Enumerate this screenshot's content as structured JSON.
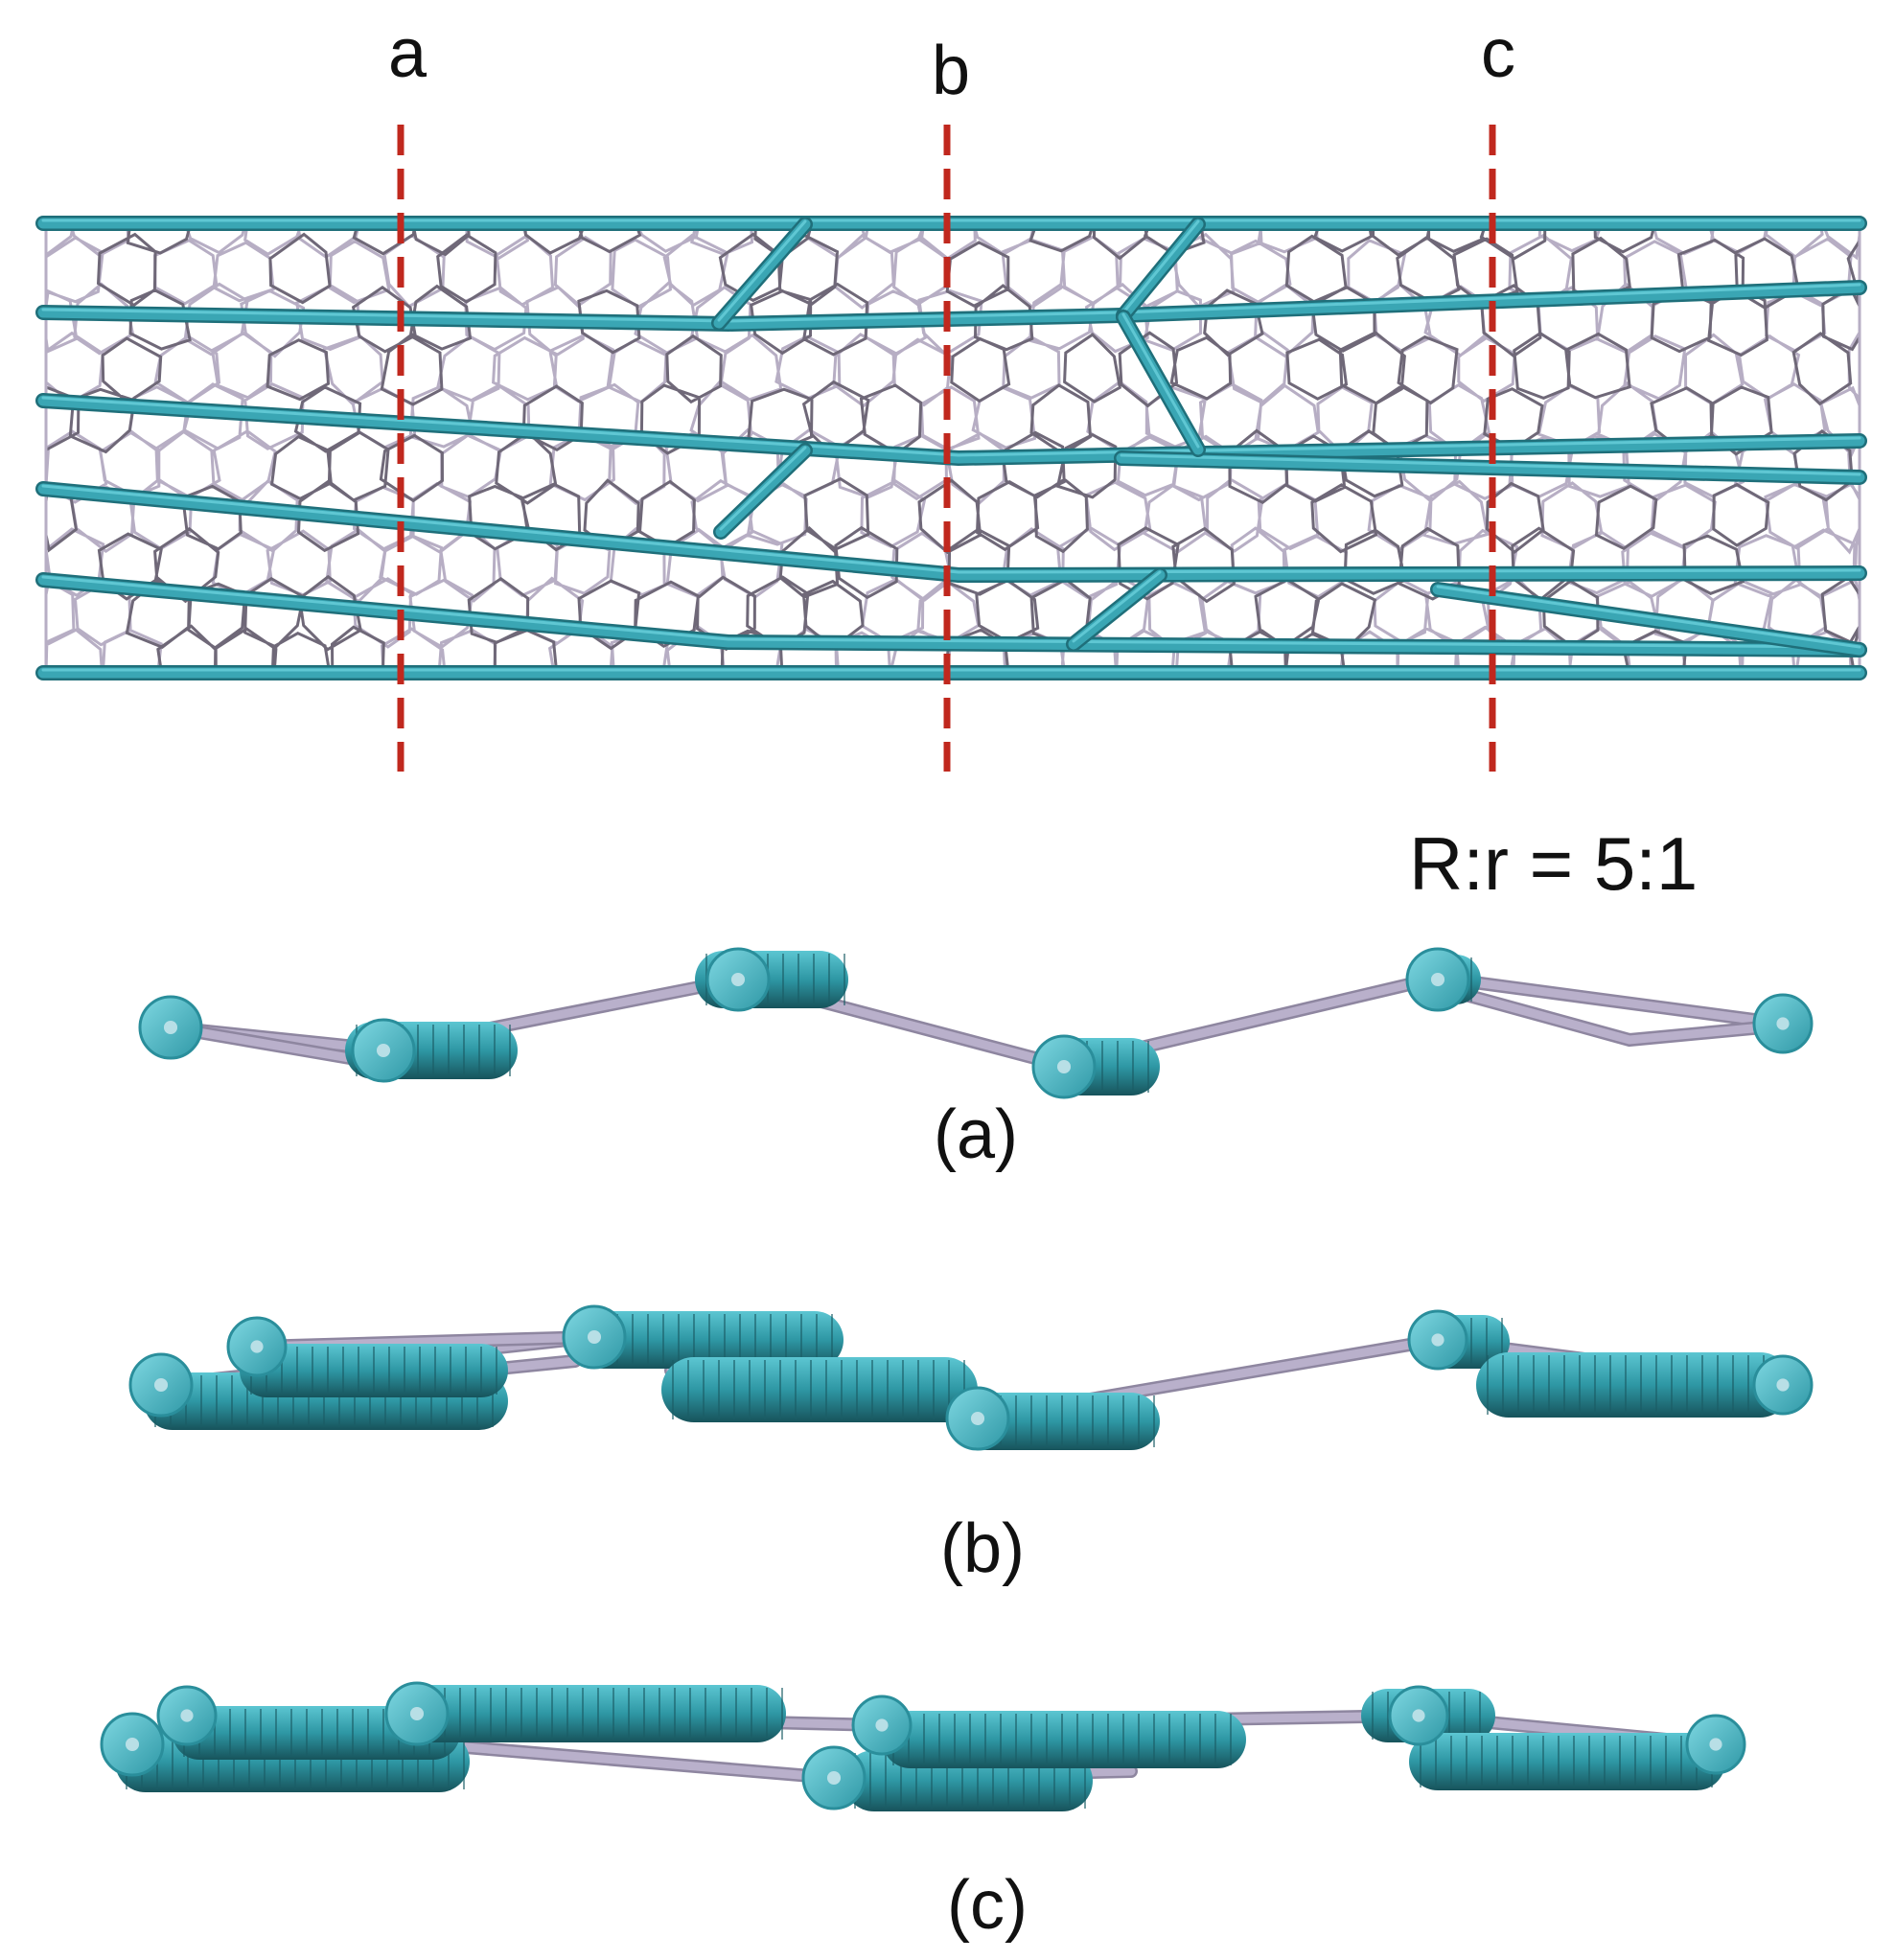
{
  "figure": {
    "section_markers": [
      "a",
      "b",
      "c"
    ],
    "ratio_label": "R:r = 5:1",
    "panel_labels": [
      "(a)",
      "(b)",
      "(c)"
    ]
  },
  "colors": {
    "fiber": "#3aa6b4",
    "fiber_dark": "#1f6f7a",
    "fiber_light": "#5fc7d3",
    "cap": "#55c0cc",
    "cap_center": "#b8dfe6",
    "mesh": "#b7aec4",
    "mesh_dark": "#6f6878",
    "rod": "#b9b0cb",
    "cut_line": "#c0281e"
  }
}
